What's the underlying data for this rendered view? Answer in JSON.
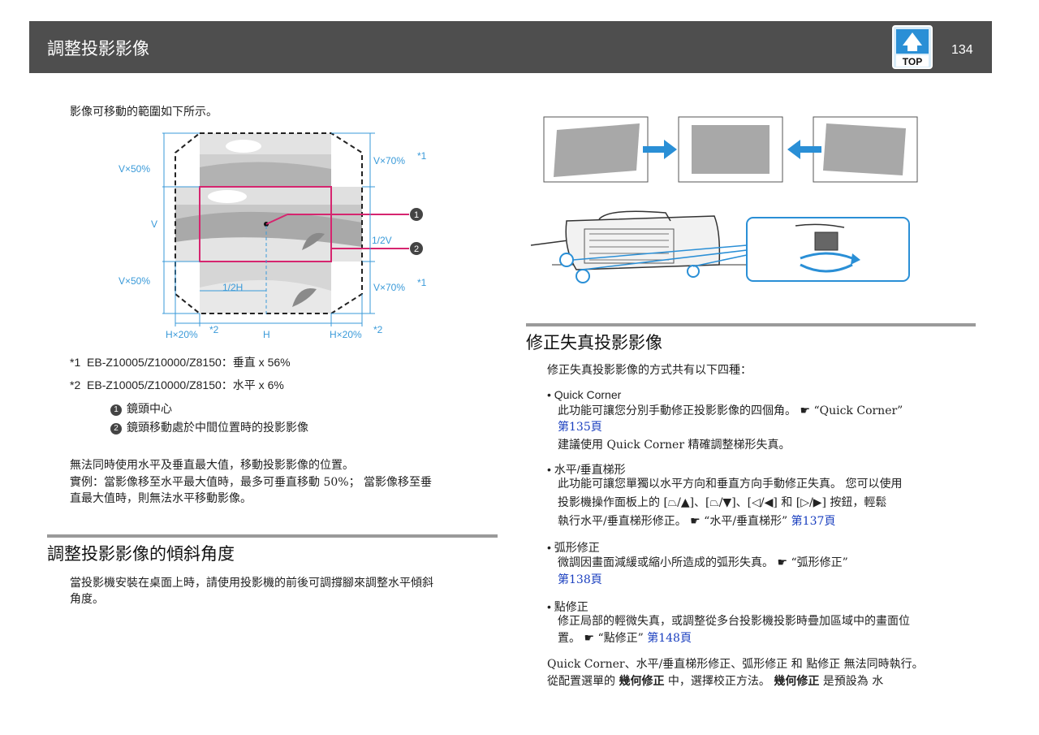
{
  "header": {
    "title": "調整投影影像",
    "page_number": "134",
    "top_label": "TOP"
  },
  "left": {
    "intro": "影像可移動的範圍如下所示。",
    "diagram_labels": {
      "v50_top": "V×50%",
      "v": "V",
      "v50_bottom": "V×50%",
      "v70_top": "V×70%",
      "v70_bottom": "V×70%",
      "star1": "*1",
      "half_v": "1/2V",
      "half_h": "1/2H",
      "h20_left": "H×20%",
      "h": "H",
      "h20_right": "H×20%",
      "star2": "*2",
      "callout1": "1",
      "callout2": "2"
    },
    "note1_mark": "*1",
    "note1": "EB-Z10005/Z10000/Z8150：垂直 x 56%",
    "note2_mark": "*2",
    "note2": "EB-Z10005/Z10000/Z8150：水平 x 6%",
    "legend1_num": "1",
    "legend1": "鏡頭中心",
    "legend2_num": "2",
    "legend2": "鏡頭移動處於中間位置時的投影影像",
    "para1": "無法同時使用水平及垂直最大值，移動投影影像的位置。",
    "para2_line1": "實例：當影像移至水平最大值時，最多可垂直移動 50%； 當影像移至垂",
    "para2_line2": "直最大值時，則無法水平移動影像。",
    "section_title": "調整投影影像的傾斜角度",
    "section_line1": "當投影機安裝在桌面上時，請使用投影機的前後可調撐腳來調整水平傾斜",
    "section_line2": "角度。"
  },
  "right": {
    "section_title": "修正失真投影影像",
    "intro": "修正失真投影影像的方式共有以下四種：",
    "items": [
      {
        "title": "Quick Corner",
        "line1": "此功能可讓您分別手動修正投影影像的四個角。 ☛ “Quick Corner”",
        "link": "第135頁",
        "line2": "建議使用 Quick Corner 精確調整梯形失真。"
      },
      {
        "title": "水平/垂直梯形",
        "line1": "此功能可讓您單獨以水平方向和垂直方向手動修正失真。 您可以使用",
        "line2": "投影機操作面板上的 [⏢/▲]、[⏢/▼]、[◁/◀] 和 [▷/▶] 按鈕，輕鬆",
        "line3": "執行水平/垂直梯形修正。 ☛ “水平/垂直梯形”",
        "link": "第137頁"
      },
      {
        "title": "弧形修正",
        "line1": "微調因畫面減緩或縮小所造成的弧形失真。 ☛ “弧形修正”",
        "link": "第138頁"
      },
      {
        "title": "點修正",
        "line1": "修正局部的輕微失真，或調整從多台投影機投影時疊加區域中的畫面位",
        "line2": "置。 ☛ “點修正”",
        "link": "第148頁"
      }
    ],
    "footer_line1": "Quick Corner、水平/垂直梯形修正、弧形修正 和 點修正 無法同時執行。",
    "footer_line2_a": "從配置選單的",
    "footer_line2_b": "幾何修正",
    "footer_line2_c": "中，選擇校正方法。",
    "footer_line2_d": "幾何修正",
    "footer_line2_e": "是預設為 水"
  },
  "colors": {
    "header_bg": "#4e4e4e",
    "accent_blue": "#2a8fd6",
    "magenta": "#d6256f",
    "label_blue": "#3a9ad9",
    "link": "#1a3fbf"
  }
}
